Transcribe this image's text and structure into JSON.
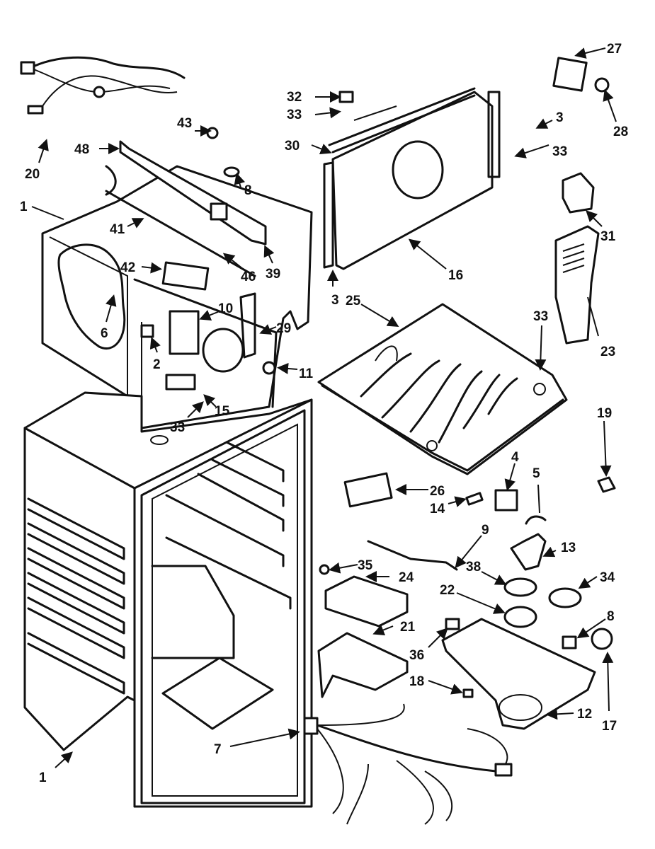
{
  "diagram": {
    "type": "exploded parts diagram",
    "labels": [
      "27",
      "32",
      "33",
      "3",
      "28",
      "33",
      "30",
      "43",
      "48",
      "8",
      "20",
      "1",
      "41",
      "31",
      "42",
      "46",
      "39",
      "16",
      "3",
      "25",
      "10",
      "33",
      "6",
      "29",
      "23",
      "2",
      "11",
      "15",
      "33",
      "19",
      "4",
      "5",
      "26",
      "14",
      "9",
      "13",
      "35",
      "38",
      "24",
      "34",
      "22",
      "21",
      "8",
      "36",
      "18",
      "12",
      "17",
      "7",
      "1"
    ]
  }
}
